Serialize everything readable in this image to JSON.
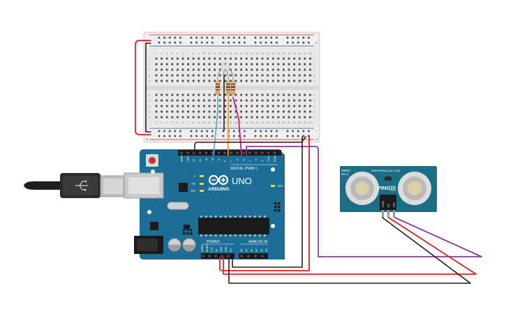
{
  "breadboard": {
    "column_numbers": [
      "1",
      "2",
      "3",
      "4",
      "5",
      "6",
      "7",
      "8",
      "9",
      "10",
      "11",
      "12",
      "13",
      "14",
      "15",
      "16",
      "17",
      "18",
      "19",
      "20",
      "21",
      "22",
      "23",
      "24",
      "25",
      "26",
      "27",
      "28",
      "29",
      "30"
    ],
    "row_letters_top": [
      "j",
      "i",
      "h",
      "g",
      "f"
    ],
    "row_letters_bottom": [
      "e",
      "d",
      "c",
      "b",
      "a"
    ],
    "rail_plus": "+",
    "rail_minus": "-"
  },
  "arduino": {
    "logo": "ARDUINO",
    "model": "UNO",
    "digital_label": "DIGITAL (PWM~)",
    "analog_label": "ANALOG IN",
    "power_label": "POWER",
    "top_pins": [
      "AREF",
      "GND",
      "13",
      "12",
      "~11",
      "~10",
      "~9",
      "8",
      "7",
      "~6",
      "~5",
      "4",
      "~3",
      "2",
      "TX▸1",
      "RX◂0"
    ],
    "power_pins": [
      "IOREF",
      "RESET",
      "3.3V",
      "5V",
      "GND",
      "GND",
      "Vin"
    ],
    "analog_pins": [
      "A0",
      "A1",
      "A2",
      "A3",
      "A4",
      "A5"
    ],
    "leds": [
      "L",
      "TX",
      "RX"
    ],
    "on_label": "ON"
  },
  "sensor": {
    "model": "28015",
    "rev": "REV C",
    "url": "WWW.PARALLAX.COM",
    "name": "PING)))",
    "pins": [
      "GND",
      "5V",
      "SIG"
    ]
  },
  "colors": {
    "red_wire": "#e2201c",
    "black_wire": "#231f20",
    "purple_wire": "#8b3a9c",
    "cyan_wire": "#5ab4c8",
    "orange_wire": "#f39a1e",
    "magenta_wire": "#c5237f",
    "board_teal": "#1c6e97",
    "sensor_teal": "#1a6f87"
  }
}
